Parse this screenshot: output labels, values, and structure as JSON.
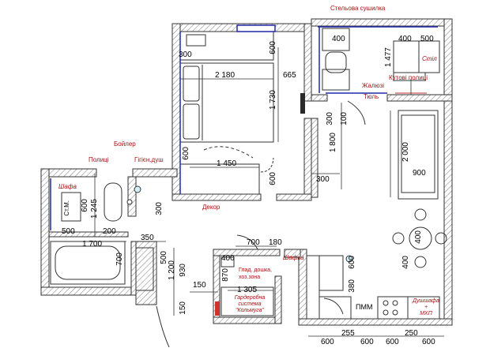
{
  "labels": {
    "ceiling_dryer": "Стельова сушилка",
    "desk": "Стіл",
    "corner_shelves": "Кутові полиці",
    "jalousie": "Жалюзі",
    "tulle": "Тюль",
    "decor": "Декор",
    "boiler": "Бойлер",
    "shelf": "Полиці",
    "hygiene_shower": "Гігієн.душ",
    "cabinet": "Шафа",
    "washing_machine": "Ст.М.",
    "cabinet_hall": "Шафка",
    "ironing_board": "Глад. дошка, хоз.зона",
    "wardrobe_line1": "Гардеробна",
    "wardrobe_line2": "система",
    "wardrobe_line3": "\"Кольмуга\"",
    "fridge_cabinet_line1": "Душшафа",
    "fridge_cabinet_line2": "+",
    "fridge_cabinet_line3": "МХП",
    "pmm": "ПММ"
  },
  "dims": {
    "d300_a": "300",
    "d600_a": "600",
    "d2180": "2 180",
    "d665": "665",
    "d1730": "1 730",
    "d600_b": "600",
    "d1450": "1 450",
    "d600_c": "600",
    "d300_b": "300",
    "d400_a": "400",
    "d400_b": "400",
    "d500_a": "500",
    "d1477": "1 477",
    "d100": "100",
    "d1800": "1 800",
    "d300_c": "300",
    "d2000": "2 000",
    "d900": "900",
    "d600_d": "600",
    "d1245": "1 245",
    "d500_b": "500",
    "d200": "200",
    "d350": "350",
    "d1700": "1 700",
    "d700_a": "700",
    "d700_b": "700",
    "d180": "180",
    "d400_c": "400",
    "d870": "870",
    "d500_c": "500",
    "d1200": "1 200",
    "d930": "930",
    "d150_a": "150",
    "d150_b": "150",
    "d1305": "1 305",
    "d600_e": "600",
    "d380": "380",
    "d400_d": "400",
    "d300_d": "300",
    "bot_600_1": "600",
    "bot_255": "255",
    "bot_600_2": "600",
    "bot_600_3": "600",
    "bot_250": "250",
    "bot_600_4": "600",
    "d400_e": "400"
  }
}
